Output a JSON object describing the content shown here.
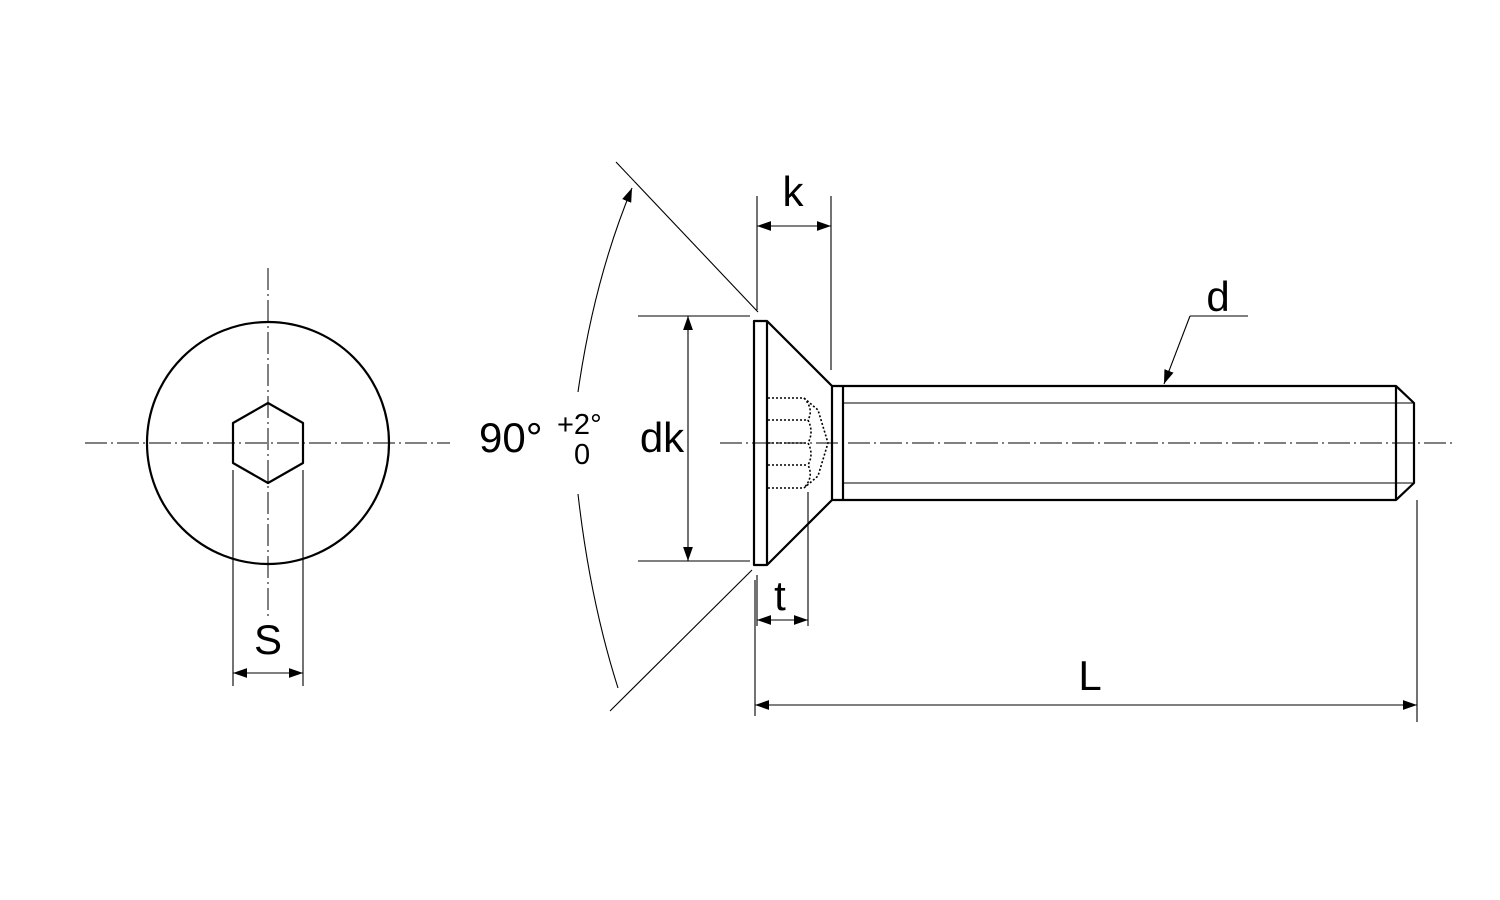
{
  "labels": {
    "s": "S",
    "angle_main": "90°",
    "angle_upper_tol": "+2°",
    "angle_lower_tol": "0",
    "dk": "dk",
    "k": "k",
    "t": "t",
    "d": "d",
    "L": "L"
  },
  "colors": {
    "line": "#000000",
    "background": "#ffffff"
  }
}
